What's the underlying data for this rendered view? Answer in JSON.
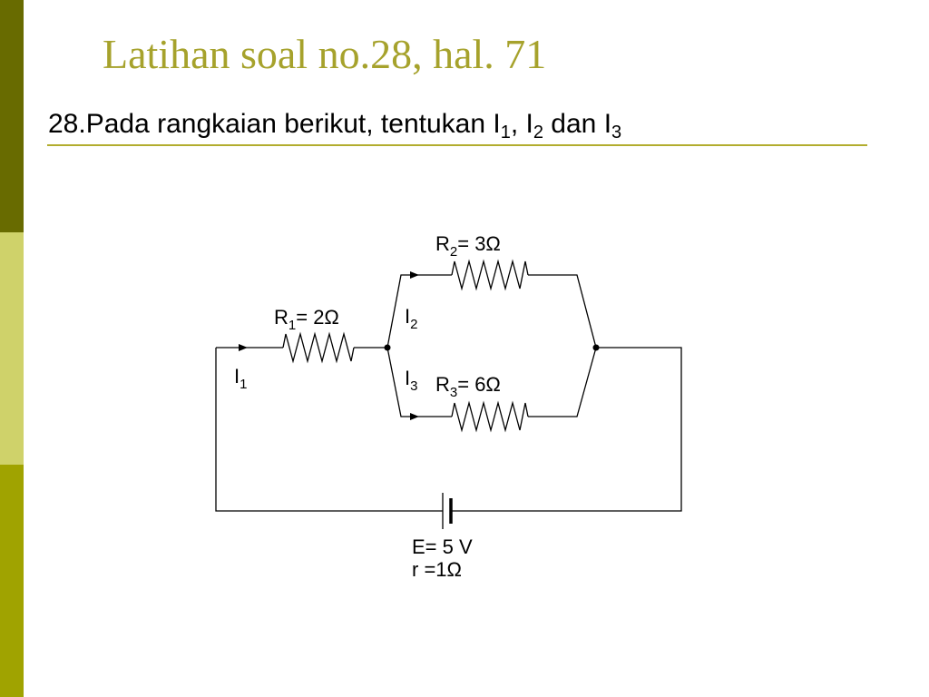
{
  "colors": {
    "bar_dark": "#686b00",
    "bar_light": "#cfd26a",
    "bar_mid": "#a0a300",
    "title": "#a6a22c",
    "rule": "#b2ad2e"
  },
  "slide": {
    "title": "Latihan soal no.28, hal. 71",
    "question": {
      "number": "28.",
      "text": "Pada rangkaian berikut, tentukan I",
      "sub1": "1",
      "sep1": ", I",
      "sub2": "2",
      "sep2": " dan I",
      "sub3": "3"
    }
  },
  "circuit": {
    "r1": {
      "name": "R",
      "sub": "1",
      "value": "= 2Ω"
    },
    "r2": {
      "name": "R",
      "sub": "2",
      "value": "= 3Ω"
    },
    "r3": {
      "name": "R",
      "sub": "3",
      "value": "= 6Ω"
    },
    "i1": {
      "name": "I",
      "sub": "1"
    },
    "i2": {
      "name": "I",
      "sub": "2"
    },
    "i3": {
      "name": "I",
      "sub": "3"
    },
    "emf": "E= 5 V",
    "internal_resistance": "r =1Ω"
  }
}
